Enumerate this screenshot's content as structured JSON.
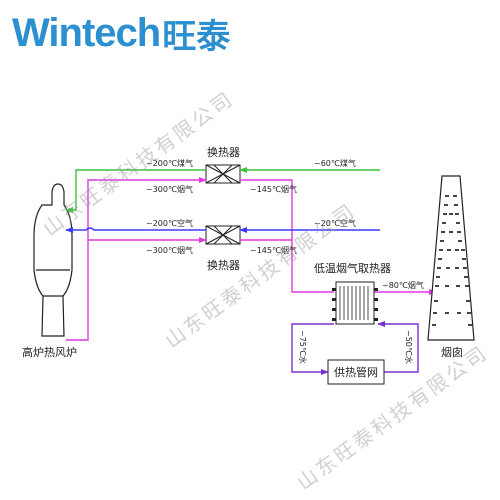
{
  "brand": {
    "name_latin": "Wintech",
    "name_cjk": "旺泰"
  },
  "watermark": "山东旺泰科技有限公司",
  "labels": {
    "exchanger_top": "换热器",
    "exchanger_bottom": "换热器",
    "low_temp_exchanger": "低温烟气取热器",
    "chimney": "烟囱",
    "hot_blast_stove": "高炉热风炉",
    "heating_network": "供热管网",
    "gas_200": "~200℃煤气",
    "flue_300_top": "~300℃烟气",
    "gas_60": "~60℃煤气",
    "flue_145_top": "~145℃烟气",
    "air_200": "~200℃空气",
    "flue_300_bottom": "~300℃烟气",
    "air_20": "~20℃空气",
    "flue_145_bottom": "~145℃烟气",
    "flue_80": "~80℃烟气",
    "water_75": "~75℃水",
    "water_50": "~50℃水"
  },
  "colors": {
    "gas_line": "#3cc43c",
    "flue_line": "#e238e2",
    "air_line": "#3b3bff",
    "water_line": "#7a2fd0",
    "brand": "#2b8fd0",
    "outline": "#222222"
  }
}
